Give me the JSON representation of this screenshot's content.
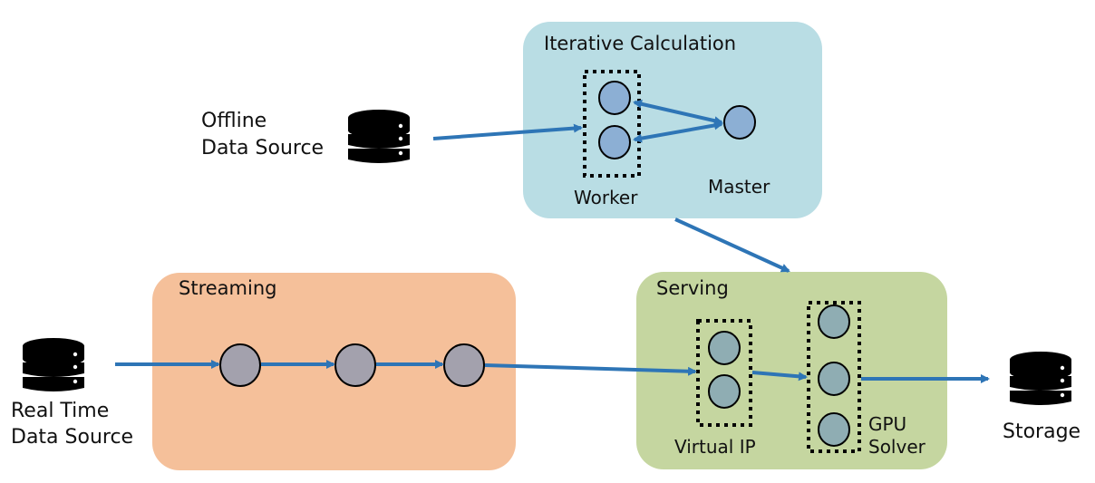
{
  "diagram": {
    "colors": {
      "arrow": "#2e75b6",
      "iterative_bg": "#b9dde4",
      "streaming_bg": "#f5c09a",
      "serving_bg": "#c5d6a0",
      "worker_node": "#8cafd4",
      "master_node": "#8cafd4",
      "stream_node": "#a3a1ad",
      "serving_node": "#8fadb3",
      "icon": "#000000"
    },
    "groups": {
      "iterative": {
        "title": "Iterative Calculation",
        "worker_label": "Worker",
        "master_label": "Master"
      },
      "streaming": {
        "title": "Streaming"
      },
      "serving": {
        "title": "Serving",
        "virtual_ip_label": "Virtual IP",
        "gpu_label_line1": "GPU",
        "gpu_label_line2": "Solver"
      }
    },
    "sources": {
      "offline": {
        "line1": "Offline",
        "line2": "Data Source",
        "icon": "database-icon"
      },
      "realtime": {
        "line1": "Real Time",
        "line2": "Data Source",
        "icon": "database-icon"
      },
      "storage": {
        "label": "Storage",
        "icon": "database-icon"
      }
    },
    "edges": [
      {
        "from": "offline-data-source",
        "to": "worker-group"
      },
      {
        "from": "worker-node-1",
        "to": "master-node",
        "bidirectional": true
      },
      {
        "from": "worker-node-2",
        "to": "master-node",
        "bidirectional": true
      },
      {
        "from": "iterative-calculation-group",
        "to": "serving-group"
      },
      {
        "from": "realtime-data-source",
        "to": "stream-node-1"
      },
      {
        "from": "stream-node-1",
        "to": "stream-node-2"
      },
      {
        "from": "stream-node-2",
        "to": "stream-node-3"
      },
      {
        "from": "stream-node-3",
        "to": "virtual-ip-group"
      },
      {
        "from": "virtual-ip-group",
        "to": "gpu-solver-group"
      },
      {
        "from": "gpu-solver-group",
        "to": "storage"
      }
    ]
  }
}
